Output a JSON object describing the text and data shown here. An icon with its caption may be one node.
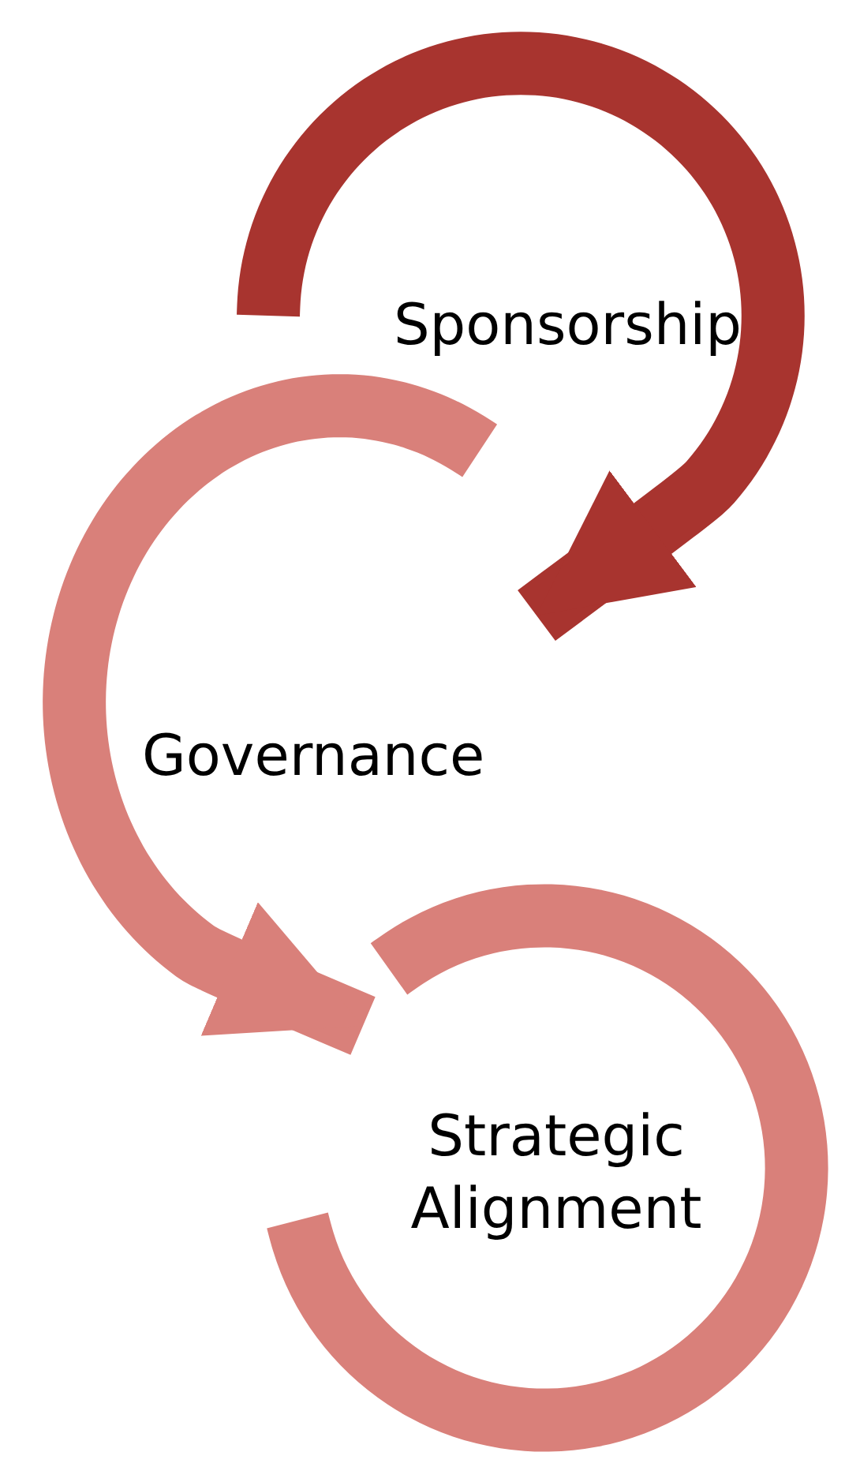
{
  "diagram": {
    "nodes": [
      {
        "text": [
          "Sponsorship"
        ]
      },
      {
        "text": [
          "Governance"
        ]
      },
      {
        "text": [
          "Strategic Alignment"
        ]
      }
    ],
    "edges": [
      {
        "from": null,
        "to": 1,
        "arrow": "to",
        "color": "#a8342f"
      },
      {
        "from": null,
        "to": 2,
        "arrow": "to",
        "color": "#d9807a"
      }
    ]
  }
}
